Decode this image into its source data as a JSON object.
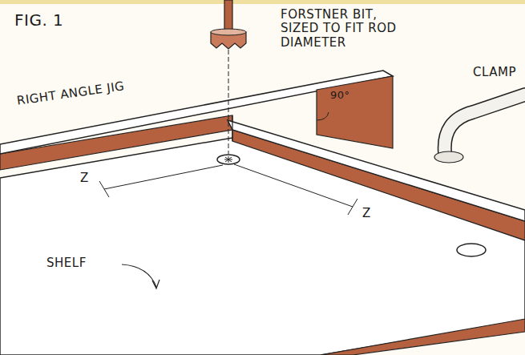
{
  "diagram": {
    "labels": [
      "FIG. 1",
      "FORSTNER BIT, SIZED TO FIT ROD DIAMETER",
      "RIGHT ANGLE JIG",
      "90°",
      "CLAMP",
      "Z",
      "Z",
      "SHELF"
    ]
  }
}
